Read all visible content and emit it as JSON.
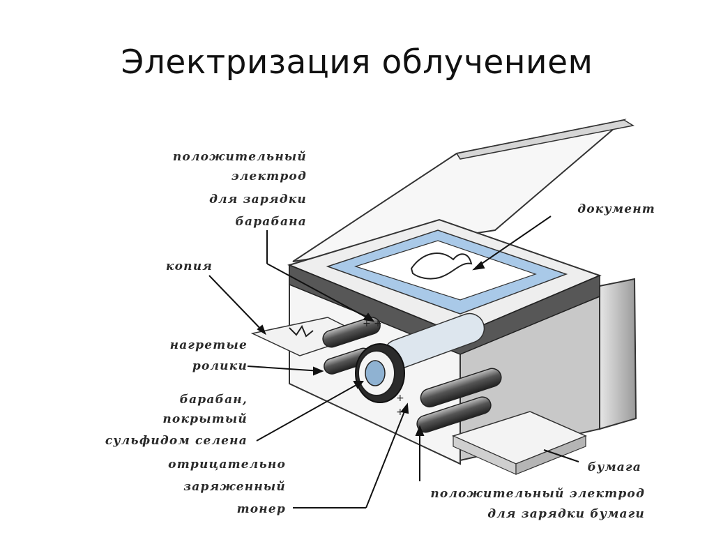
{
  "title": "Электризация облучением",
  "labels": {
    "pos_electrode_drum": [
      "положительный",
      "электрод",
      "для зарядки",
      "барабана"
    ],
    "copy": "копия",
    "heated_rollers": [
      "нагретые",
      "ролики"
    ],
    "drum": [
      "барабан,",
      "покрытый",
      "сульфидом селена"
    ],
    "toner": [
      "отрицательно",
      "заряженный",
      "тонер"
    ],
    "document": "документ",
    "paper": "бумага",
    "pos_electrode_paper": [
      "положительный электрод",
      "для зарядки бумаги"
    ]
  },
  "colors": {
    "glass_blue": "#a9c9e8",
    "lid_dark": "#555555",
    "panel_gray": "#bdbdbd",
    "paper": "#efefef"
  }
}
